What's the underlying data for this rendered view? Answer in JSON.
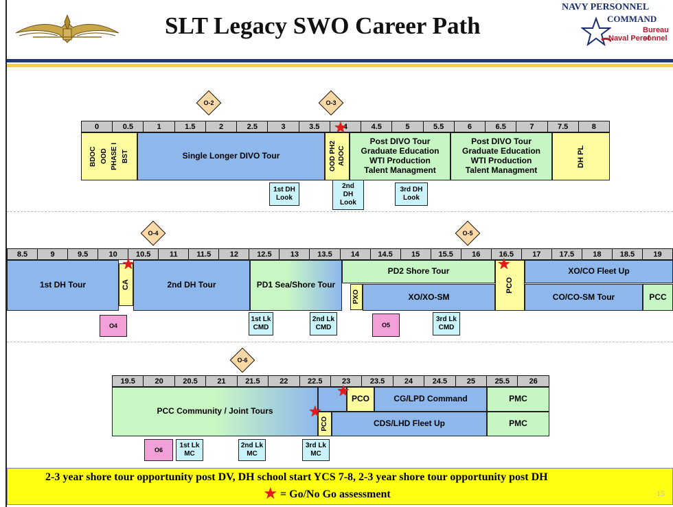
{
  "header": {
    "title": "SLT Legacy SWO Career Path",
    "logo_line1": "NAVY PERSONNEL",
    "logo_line2": "COMMAND",
    "logo_line3": "Bureau of",
    "logo_line4": "Naval Personnel"
  },
  "row1": {
    "ticks": [
      "0",
      "0.5",
      "1",
      "1.5",
      "2",
      "2.5",
      "3",
      "3.5",
      "4",
      "4.5",
      "5",
      "5.5",
      "6",
      "6.5",
      "7",
      "7.5",
      "8"
    ],
    "grades": [
      "O-2",
      "O-3"
    ],
    "blocks": {
      "bdoc": "BDOC",
      "ood": "OOD",
      "phase1": "PHASE I",
      "bst": "BST",
      "divo": "Single Longer DIVO Tour",
      "oodph2": "OOD PH2",
      "adoc": "ADOC",
      "post1": [
        "Post DIVO Tour",
        "Graduate Education",
        "WTI Production",
        "Talent Managment"
      ],
      "post2": [
        "Post DIVO Tour",
        "Graduate Education",
        "WTI Production",
        "Talent Managment"
      ],
      "dhpl": "DH PL"
    },
    "looks": [
      [
        "1st DH",
        "Look"
      ],
      [
        "2nd",
        "DH",
        "Look"
      ],
      [
        "3rd DH",
        "Look"
      ]
    ]
  },
  "row2": {
    "ticks": [
      "8.5",
      "9",
      "9.5",
      "10",
      "10.5",
      "11",
      "11.5",
      "12",
      "12.5",
      "13",
      "13.5",
      "14",
      "14.5",
      "15",
      "15.5",
      "16",
      "16.5",
      "17",
      "17.5",
      "18",
      "18.5",
      "19"
    ],
    "grades": [
      "O-4",
      "O-5"
    ],
    "blocks": {
      "dh1": "1st DH Tour",
      "ca": "CA",
      "dh2": "2nd DH Tour",
      "pd1": "PD1 Sea/Shore Tour",
      "pd2": "PD2 Shore Tour",
      "pxo": "PXO",
      "xo": "XO/XO-SM",
      "pco": "PCO",
      "xoco": "XO/CO Fleet Up",
      "coco": "CO/CO-SM Tour",
      "pcc": "PCC"
    },
    "markers": [
      "O4",
      "O5"
    ],
    "looks": [
      [
        "1st Lk",
        "CMD"
      ],
      [
        "2nd Lk",
        "CMD"
      ],
      [
        "3rd Lk",
        "CMD"
      ]
    ]
  },
  "row3": {
    "ticks": [
      "19.5",
      "20",
      "20.5",
      "21",
      "21.5",
      "22",
      "22.5",
      "23",
      "23.5",
      "24",
      "24.5",
      "25",
      "25.5",
      "26"
    ],
    "grades": [
      "O-6"
    ],
    "blocks": {
      "pccjoint": "PCC Community / Joint Tours",
      "pco": "PCO",
      "cg": "CG/LPD Command",
      "pmc1": "PMC",
      "pco2": "PCO",
      "cds": "CDS/LHD Fleet Up",
      "pmc2": "PMC"
    },
    "markers": [
      "O6"
    ],
    "looks": [
      [
        "1st Lk",
        "MC"
      ],
      [
        "2nd Lk",
        "MC"
      ],
      [
        "3rd Lk",
        "MC"
      ]
    ]
  },
  "footer": {
    "line1": "2-3 year shore tour opportunity post DV, DH school start YCS 7-8, 2-3 year shore tour opportunity post DH",
    "line2": "= Go/No Go assessment",
    "page_number": "15"
  },
  "colors": {
    "tick_gray": "#c8c8c8",
    "yellow_block": "#fdfd9f",
    "green_block": "#c5f6c3",
    "blue_block": "#8eb8ec",
    "look_cyan": "#c9f3f8",
    "grade_pink": "#f3a0d8",
    "diamond": "#fbd9a6",
    "star_red": "#e51b1b",
    "footer_yellow": "#ffff14"
  },
  "icons": [
    "swo-pin-logo",
    "npc-star-logo",
    "go-no-go-star-icon"
  ]
}
